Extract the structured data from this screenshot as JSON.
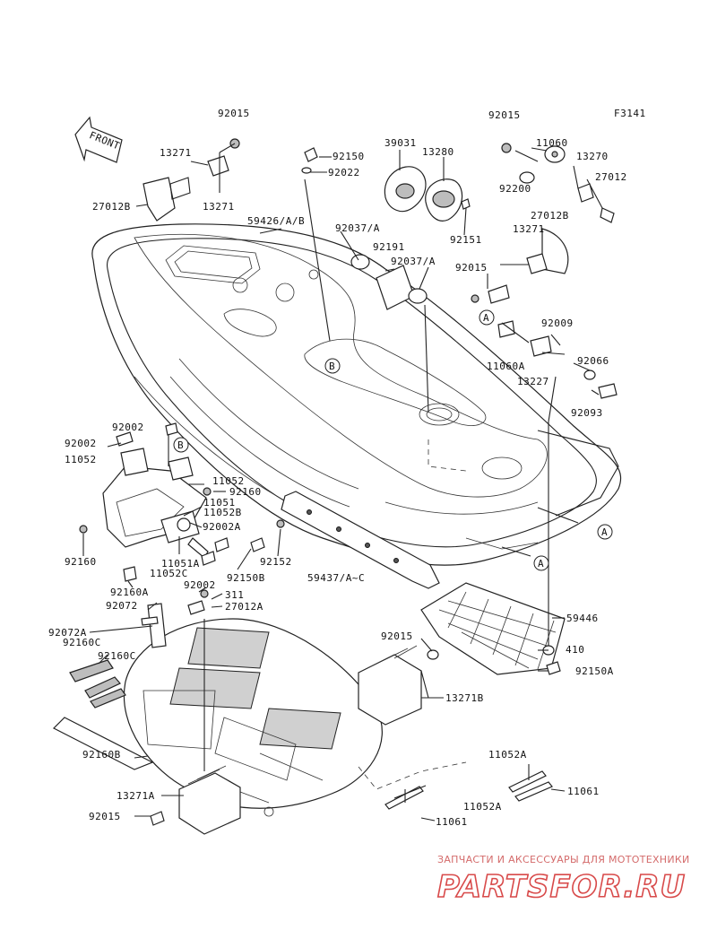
{
  "diagram": {
    "figure_code": "F3141",
    "front_marker": "FRONT",
    "parts": [
      "92015",
      "92015",
      "13271",
      "13271",
      "27012B",
      "92150",
      "92022",
      "39031",
      "13280",
      "11060",
      "13270",
      "92200",
      "27012",
      "27012B",
      "59426/A/B",
      "92037/A",
      "92191",
      "92037/A",
      "92151",
      "13271",
      "92015",
      "92009",
      "11060A",
      "92066",
      "13227",
      "92093",
      "92002",
      "92002",
      "11052",
      "11052",
      "92160",
      "11051",
      "11052B",
      "92002A",
      "11051A",
      "11052C",
      "92150B",
      "92152",
      "92160",
      "59437/A~C",
      "92160A",
      "92002",
      "311",
      "92072",
      "27012A",
      "59446",
      "92072A",
      "92160C",
      "92160C",
      "92015",
      "410",
      "92150A",
      "13271B",
      "92160B",
      "11052A",
      "11061",
      "13271A",
      "11052A",
      "92015",
      "11061"
    ],
    "ref_markers": [
      "A",
      "B",
      "B",
      "A",
      "A",
      "A"
    ]
  },
  "watermark": {
    "caption": "ЗАПЧАСТИ И АКСЕССУАРЫ ДЛЯ МОТОТЕХНИКИ",
    "logo": "PARTSFOR.RU",
    "logo_color": "#d84a4a"
  }
}
